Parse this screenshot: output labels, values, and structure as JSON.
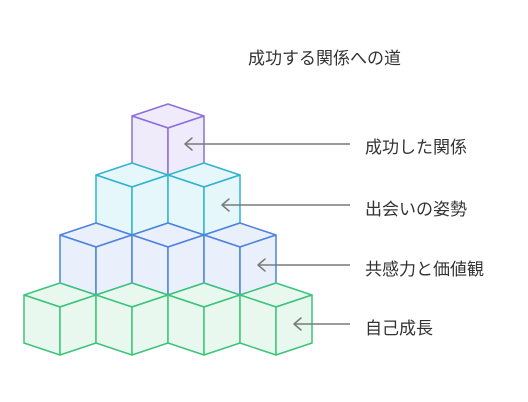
{
  "title": "成功する関係への道",
  "levels": [
    {
      "label": "成功した関係",
      "count": 1,
      "color": "#8c6fd8",
      "fill": "#efebfb"
    },
    {
      "label": "出会いの姿勢",
      "count": 2,
      "color": "#2fb3d1",
      "fill": "#e6f7fb"
    },
    {
      "label": "共感力と価値観",
      "count": 3,
      "color": "#4d82de",
      "fill": "#e9f0fc"
    },
    {
      "label": "自己成長",
      "count": 4,
      "color": "#3cc47a",
      "fill": "#e8f8ee"
    }
  ],
  "arrow_color": "#7a7a7a"
}
